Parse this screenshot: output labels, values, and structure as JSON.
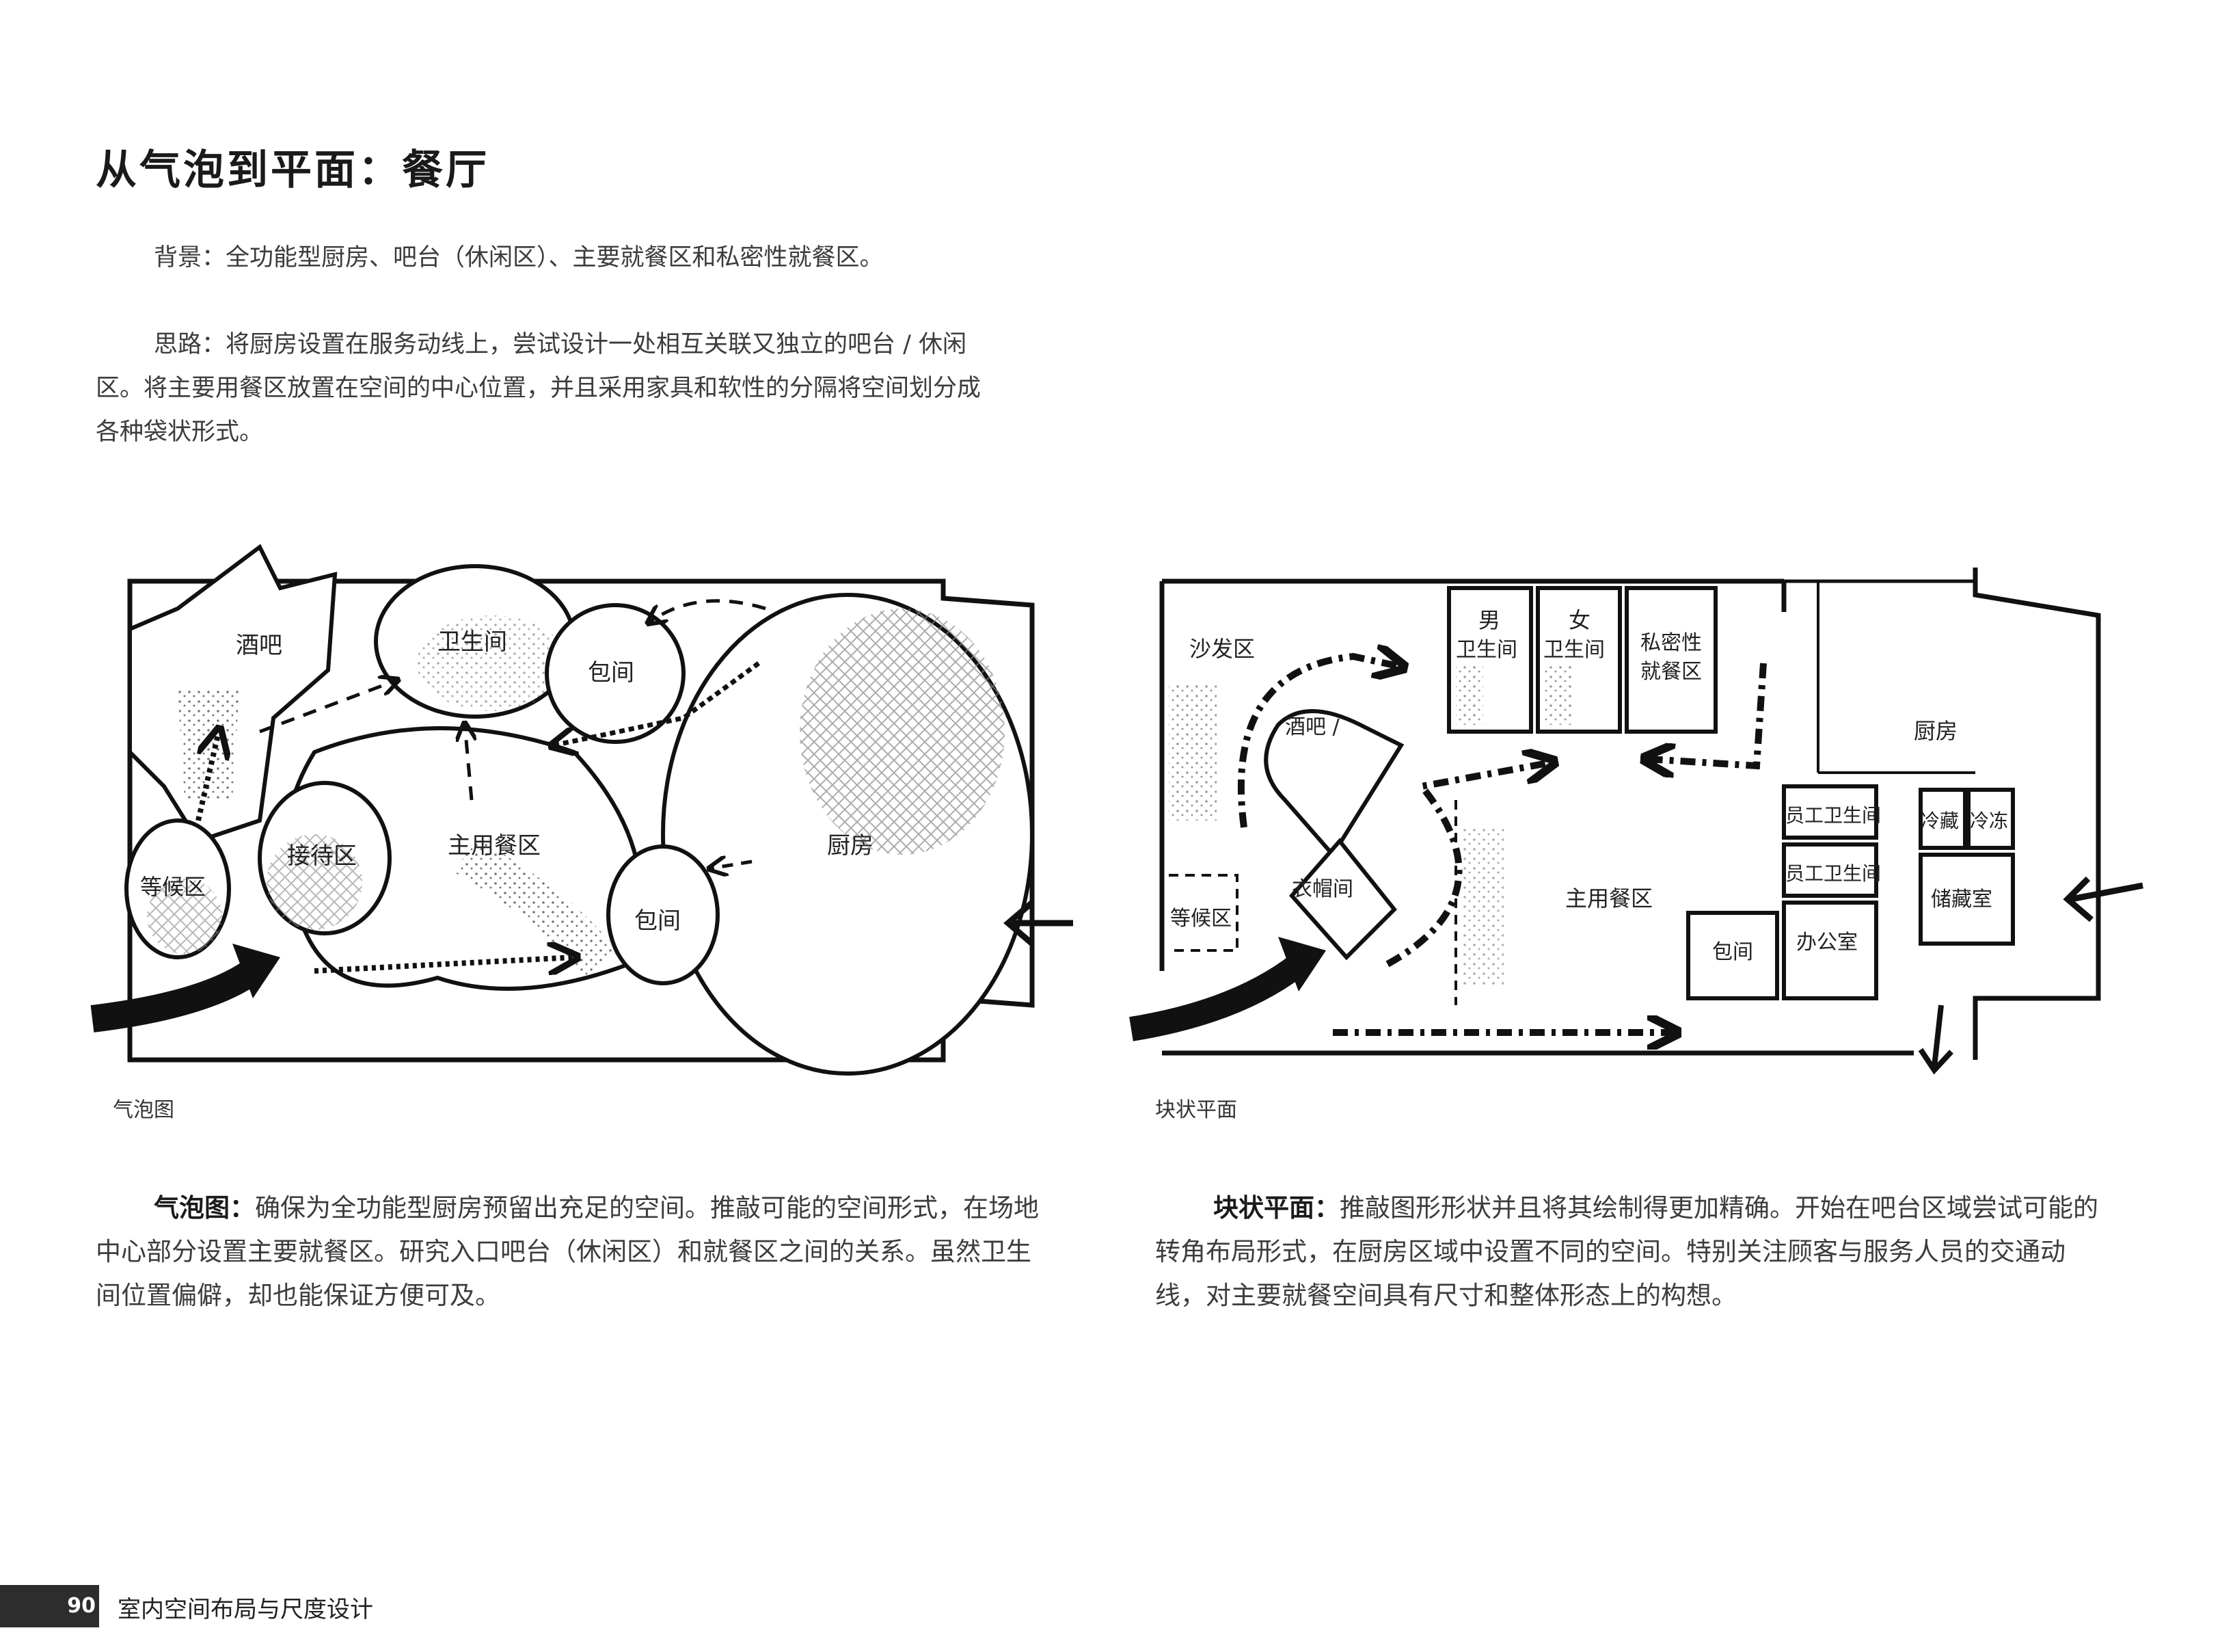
{
  "title": "从气泡到平面：餐厅",
  "background": "背景：全功能型厨房、吧台（休闲区）、主要就餐区和私密性就餐区。",
  "approach": "思路：将厨房设置在服务动线上，尝试设计一处相互关联又独立的吧台 / 休闲区。将主要用餐区放置在空间的中心位置，并且采用家具和软性的分隔将空间划分成各种袋状形式。",
  "bubble_diagram": {
    "caption": "气泡图",
    "labels": {
      "bar": "酒吧",
      "restroom": "卫生间",
      "private_room_top": "包间",
      "reception": "接待区",
      "waiting": "等候区",
      "main_dining": "主用餐区",
      "kitchen": "厨房",
      "private_room_bottom": "包间"
    },
    "desc_lead": "气泡图：",
    "desc_text": "确保为全功能型厨房预留出充足的空间。推敲可能的空间形式，在场地中心部分设置主要就餐区。研究入口吧台（休闲区）和就餐区之间的关系。虽然卫生间位置偏僻，却也能保证方便可及。"
  },
  "block_plan": {
    "caption": "块状平面",
    "labels": {
      "lounge": "沙发区",
      "male": "男",
      "male_restroom": "卫生间",
      "female": "女",
      "female_restroom": "卫生间",
      "private_dining_1": "私密性",
      "private_dining_2": "就餐区",
      "kitchen": "厨房",
      "bar": "酒吧 /",
      "coat_room": "衣帽间",
      "waiting": "等候区",
      "main_dining": "主用餐区",
      "staff_restroom_1": "员工卫生间",
      "staff_restroom_2": "员工卫生间",
      "cold_storage": "冷藏",
      "freezer": "冷冻",
      "storage": "储藏室",
      "private_room": "包间",
      "office": "办公室"
    },
    "desc_lead": "块状平面：",
    "desc_text": "推敲图形形状并且将其绘制得更加精确。开始在吧台区域尝试可能的转角布局形式，在厨房区域中设置不同的空间。特别关注顾客与服务人员的交通动线，对主要就餐空间具有尺寸和整体形态上的构想。"
  },
  "footer": {
    "page": "90",
    "book_title": "室内空间布局与尺度设计"
  }
}
